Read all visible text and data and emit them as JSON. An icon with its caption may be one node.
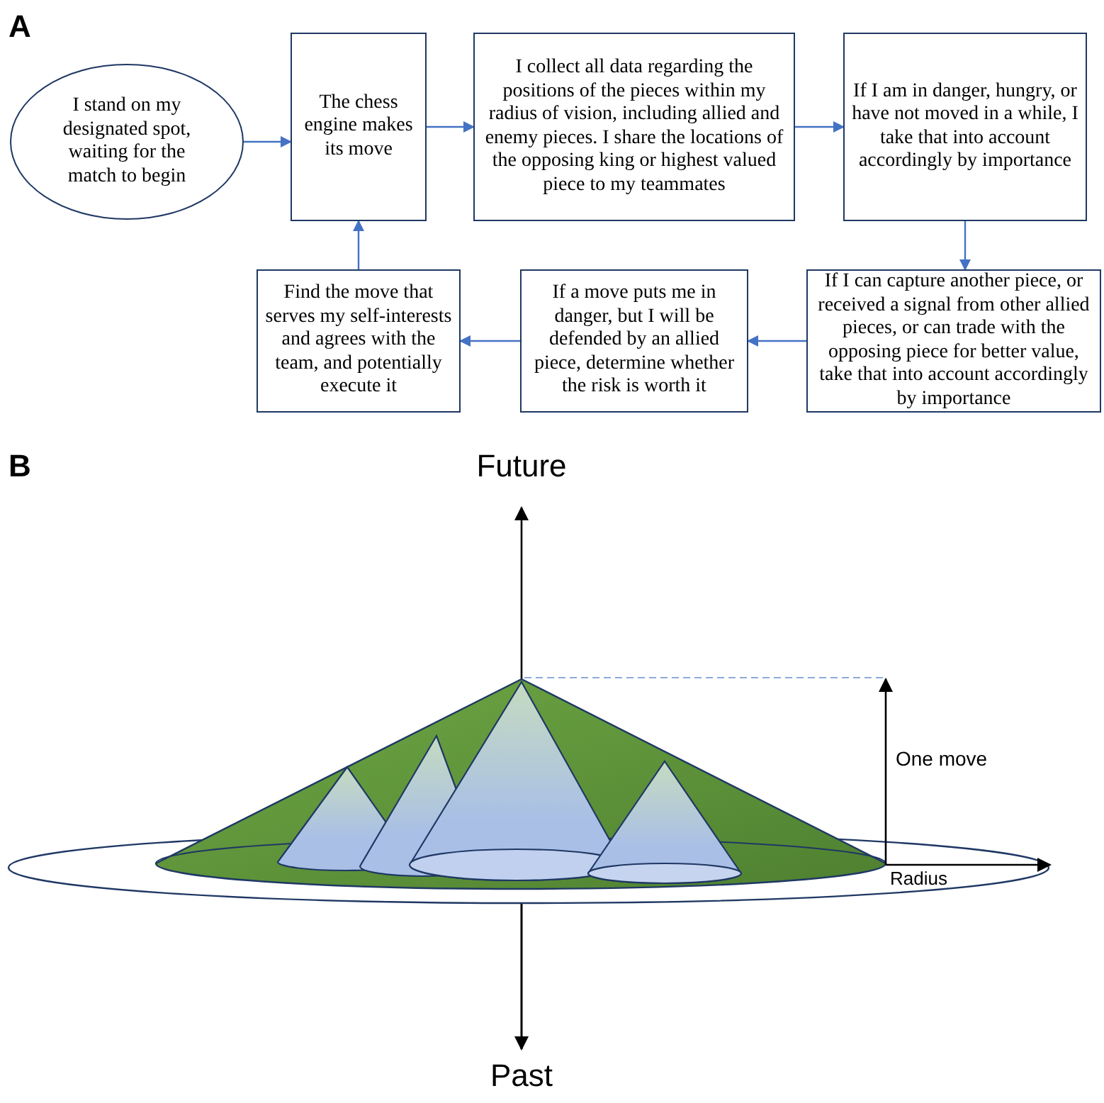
{
  "diagram": {
    "nodes": [
      {
        "text": [
          "I stand on my designated spot, waiting for the match to begin"
        ]
      },
      {
        "text": [
          "The chess engine makes its move"
        ]
      },
      {
        "text": [
          "I collect all data regarding the positions of the pieces within my radius of vision, including allied and enemy pieces. I share the locations of the opposing king or highest valued piece to my teammates"
        ]
      },
      {
        "text": [
          "If I am in danger, hungry, or have not moved in a while, I take that into account accordingly by importance"
        ]
      },
      {
        "text": [
          "If I can capture another piece, or received a signal from other allied pieces, or can trade with the opposing piece for better value, take that into account accordingly by importance"
        ]
      },
      {
        "text": [
          "If a move puts me in danger, but I will be defended by an allied piece, determine whether the risk is worth it"
        ]
      },
      {
        "text": [
          "Find the move that serves my self-interests and agrees with the team, and potentially execute it"
        ]
      }
    ],
    "edges": [
      {
        "from": 0,
        "to": 1,
        "arrow": "to"
      },
      {
        "from": 1,
        "to": 2,
        "arrow": "to"
      },
      {
        "from": 2,
        "to": 3,
        "arrow": "to"
      },
      {
        "from": 3,
        "to": 4,
        "arrow": "to"
      },
      {
        "from": 4,
        "to": 5,
        "arrow": "to"
      },
      {
        "from": 5,
        "to": 6,
        "arrow": "to"
      },
      {
        "from": 6,
        "to": 1,
        "arrow": "to"
      }
    ],
    "labels": [
      "A",
      "B",
      "Future",
      "One move",
      "Radius",
      "Past"
    ]
  }
}
